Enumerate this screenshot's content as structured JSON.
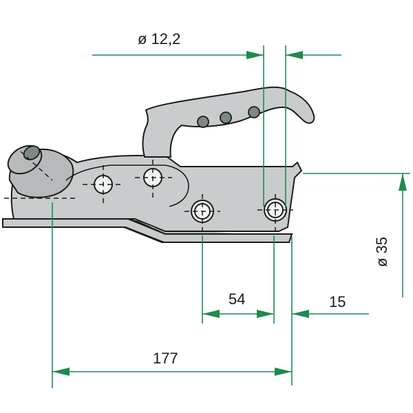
{
  "diagram": {
    "dimensions": {
      "hole_diameter": "ø 12,2",
      "height_diameter": "ø 35",
      "hole_spacing": "54",
      "edge_offset": "15",
      "overall_length": "177"
    },
    "colors": {
      "dimension_line": "#1e8a4f",
      "part_fill": "#c8cccd",
      "outline": "#1a1a1a",
      "bolt_head": "#7d8a82"
    }
  }
}
